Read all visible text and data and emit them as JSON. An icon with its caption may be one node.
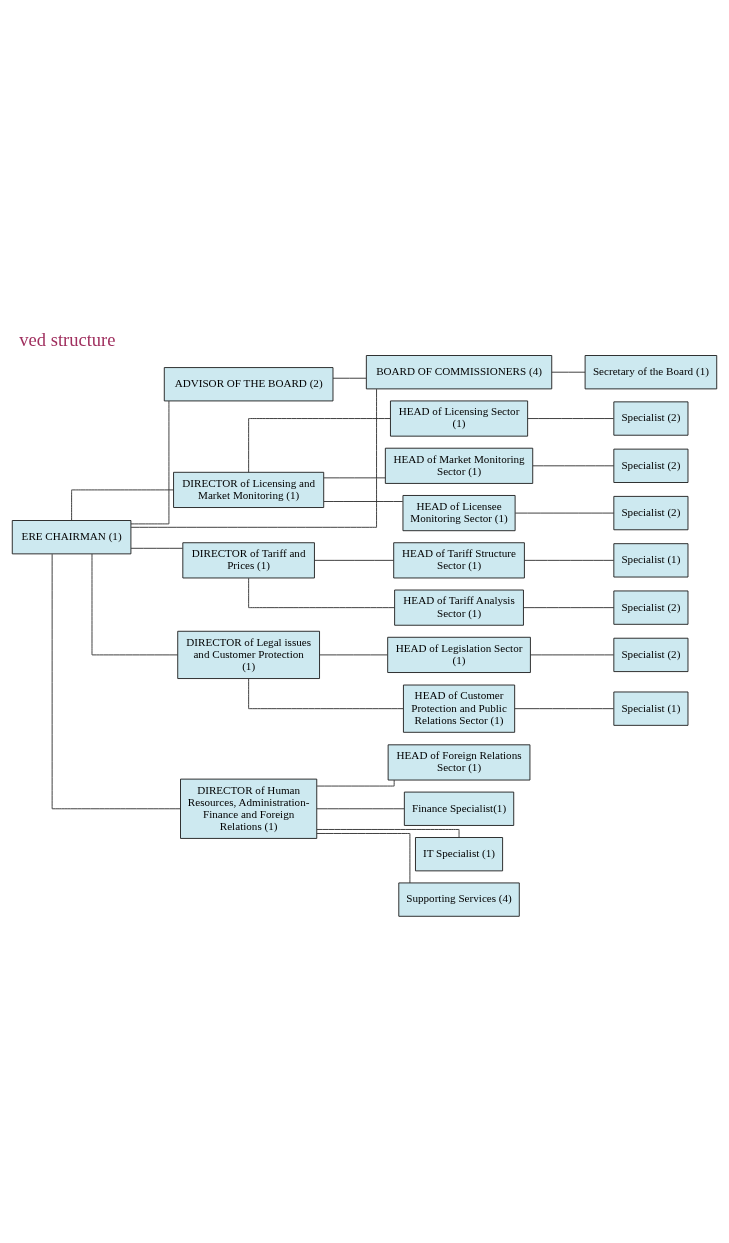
{
  "diagram": {
    "title": "ved structure",
    "nodes": [
      {
        "text": [
          "ERE CHAIRMAN (1)"
        ]
      },
      {
        "text": [
          "ADVISOR OF THE BOARD (2)"
        ]
      },
      {
        "text": [
          "BOARD OF COMMISSIONERS (4)"
        ]
      },
      {
        "text": [
          "Secretary of the Board (1)"
        ]
      },
      {
        "text": [
          "DIRECTOR of Licensing and Market Monitoring (1)"
        ]
      },
      {
        "text": [
          "HEAD of Licensing Sector (1)"
        ]
      },
      {
        "text": [
          "Specialist (2)"
        ]
      },
      {
        "text": [
          "HEAD of Market Monitoring Sector (1)"
        ]
      },
      {
        "text": [
          "Specialist (2)"
        ]
      },
      {
        "text": [
          "HEAD of Licensee Monitoring Sector (1)"
        ]
      },
      {
        "text": [
          "Specialist (2)"
        ]
      },
      {
        "text": [
          "DIRECTOR of Tariff and Prices (1)"
        ]
      },
      {
        "text": [
          "HEAD of Tariff Structure Sector (1)"
        ]
      },
      {
        "text": [
          "Specialist (1)"
        ]
      },
      {
        "text": [
          "HEAD of Tariff Analysis Sector (1)"
        ]
      },
      {
        "text": [
          "Specialist (2)"
        ]
      },
      {
        "text": [
          "DIRECTOR of Legal issues and Customer Protection (1)"
        ]
      },
      {
        "text": [
          "HEAD of Legislation Sector (1)"
        ]
      },
      {
        "text": [
          "Specialist (2)"
        ]
      },
      {
        "text": [
          "HEAD of Customer Protection and Public Relations Sector (1)"
        ]
      },
      {
        "text": [
          "Specialist (1)"
        ]
      },
      {
        "text": [
          "DIRECTOR of Human Resources, Administration-Finance and Foreign Relations (1)"
        ]
      },
      {
        "text": [
          "HEAD of Foreign Relations Sector (1)"
        ]
      },
      {
        "text": [
          "Finance Specialist(1)"
        ]
      },
      {
        "text": [
          "IT Specialist (1)"
        ]
      },
      {
        "text": [
          "Supporting Services (4)"
        ]
      }
    ],
    "edges": [
      {
        "from": 0,
        "to": 2,
        "arrow": "none"
      },
      {
        "from": 0,
        "to": 1,
        "arrow": "none"
      },
      {
        "from": 1,
        "to": 2,
        "arrow": "none"
      },
      {
        "from": 2,
        "to": 3,
        "arrow": "none"
      },
      {
        "from": 0,
        "to": 4,
        "arrow": "none"
      },
      {
        "from": 4,
        "to": 5,
        "arrow": "none"
      },
      {
        "from": 4,
        "to": 7,
        "arrow": "none"
      },
      {
        "from": 4,
        "to": 9,
        "arrow": "none"
      },
      {
        "from": 5,
        "to": 6,
        "arrow": "none"
      },
      {
        "from": 7,
        "to": 8,
        "arrow": "none"
      },
      {
        "from": 9,
        "to": 10,
        "arrow": "none"
      },
      {
        "from": 0,
        "to": 11,
        "arrow": "none"
      },
      {
        "from": 11,
        "to": 12,
        "arrow": "none"
      },
      {
        "from": 11,
        "to": 14,
        "arrow": "none"
      },
      {
        "from": 12,
        "to": 13,
        "arrow": "none"
      },
      {
        "from": 14,
        "to": 15,
        "arrow": "none"
      },
      {
        "from": 0,
        "to": 16,
        "arrow": "none"
      },
      {
        "from": 16,
        "to": 17,
        "arrow": "none"
      },
      {
        "from": 16,
        "to": 19,
        "arrow": "none"
      },
      {
        "from": 17,
        "to": 18,
        "arrow": "none"
      },
      {
        "from": 19,
        "to": 20,
        "arrow": "none"
      },
      {
        "from": 0,
        "to": 21,
        "arrow": "none"
      },
      {
        "from": 21,
        "to": 22,
        "arrow": "none"
      },
      {
        "from": 21,
        "to": 23,
        "arrow": "none"
      },
      {
        "from": 21,
        "to": 24,
        "arrow": "none"
      },
      {
        "from": 21,
        "to": 25,
        "arrow": "none"
      }
    ]
  }
}
